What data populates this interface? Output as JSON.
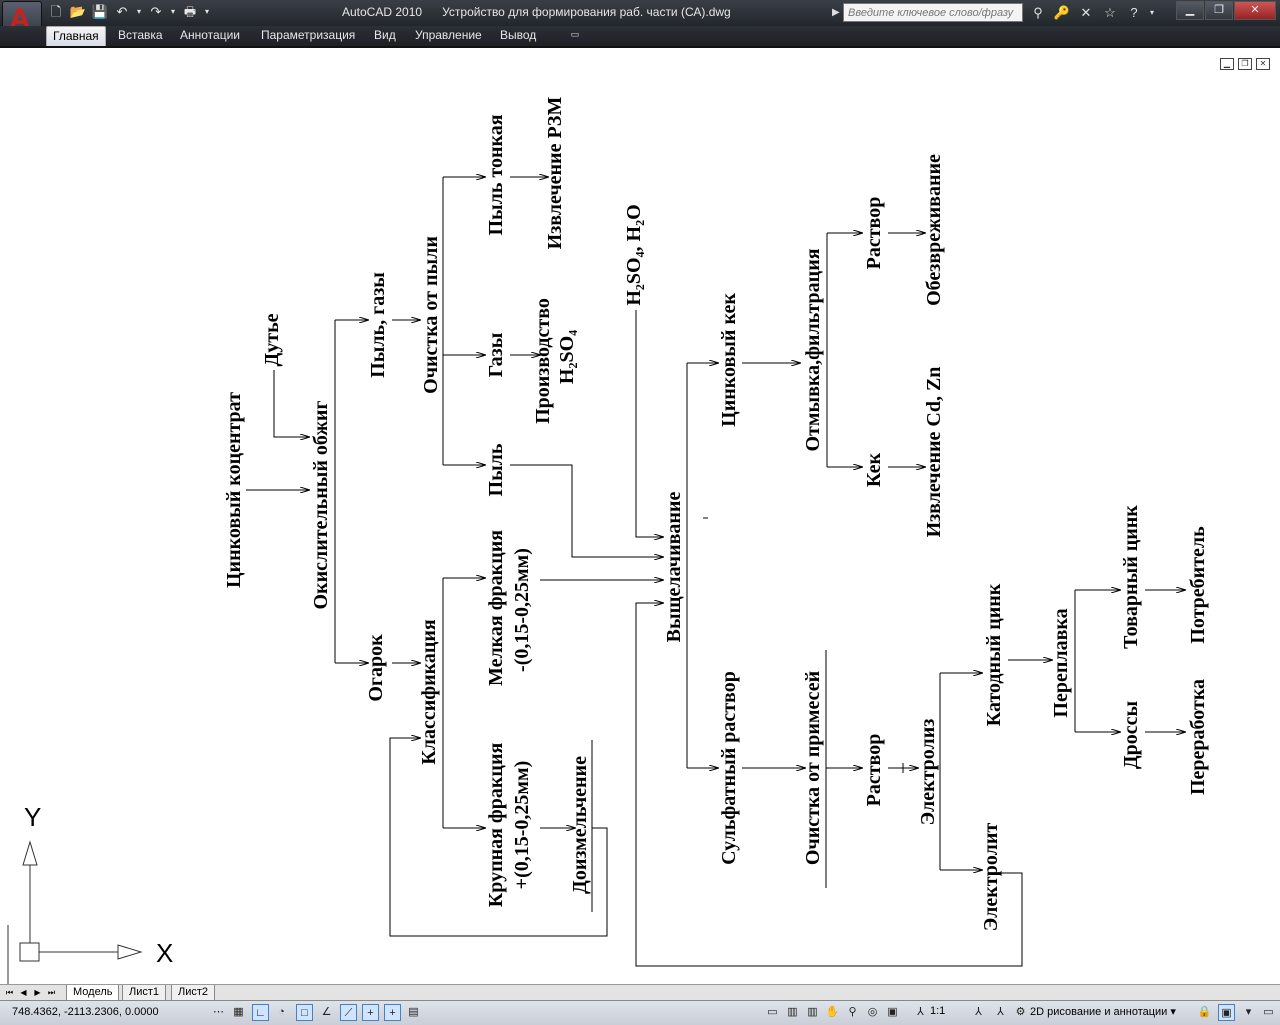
{
  "app": {
    "logo_letter": "A",
    "title": "AutoCAD 2010",
    "document": "Устройство для формирования раб. части (СА).dwg"
  },
  "quick_access": [
    "new-icon",
    "open-icon",
    "save-icon",
    "undo-icon",
    "redo-icon",
    "plot-icon"
  ],
  "search": {
    "placeholder": "Введите ключевое слово/фразу"
  },
  "ribbon_tabs": [
    {
      "label": "Главная"
    },
    {
      "label": "Вставка"
    },
    {
      "label": "Аннотации"
    },
    {
      "label": "Параметризация"
    },
    {
      "label": "Вид"
    },
    {
      "label": "Управление"
    },
    {
      "label": "Вывод"
    }
  ],
  "diagram": {
    "n1": "Цинковый коцентрат",
    "n2": "Дутье",
    "n3": "Окислительный обжиг",
    "n4": "Пыль, газы",
    "n5": "Огарок",
    "n6": "Очистка от пыли",
    "n7": "Пыль тонкая",
    "n8": "Извлечение РЗМ",
    "n9": "Газы",
    "n10a": "Производство",
    "n10b": "H₂SO₄",
    "n11": "Пыль",
    "n12": "Классификация",
    "n13a": "Мелкая фракция",
    "n13b": "-(0,15-0,25мм)",
    "n14a": "Крупная фракция",
    "n14b": "+(0,15-0,25мм)",
    "n15": "Доизмельчение",
    "n16": "H₂SO₄, H₂O",
    "n17": "Выщелачивание",
    "n18": "Цинковый кек",
    "n19": "Отмывка,фильтрация",
    "n20": "Раствор",
    "n21": "Обезвреживание",
    "n22": "Кек",
    "n23": "Извлечение Cd, Zn",
    "n24": "Сульфатный раствор",
    "n25": "Очистка от примесей",
    "n26": "Раствор",
    "n27": "Электролиз",
    "n28": "Катодный цинк",
    "n29": "Электролит",
    "n30": "Переплавка",
    "n31": "Товарный цинк",
    "n32": "Потребитель",
    "n33": "Дроссы",
    "n34": "Переработка"
  },
  "ucs": {
    "y_label": "Y",
    "x_label": "X"
  },
  "layout_tabs": [
    {
      "label": "Модель"
    },
    {
      "label": "Лист1"
    },
    {
      "label": "Лист2"
    }
  ],
  "status": {
    "coordinates": "748.4362, -2113.2306, 0.0000",
    "annotation_scale": "1:1",
    "workspace": "2D рисование и аннотации"
  }
}
